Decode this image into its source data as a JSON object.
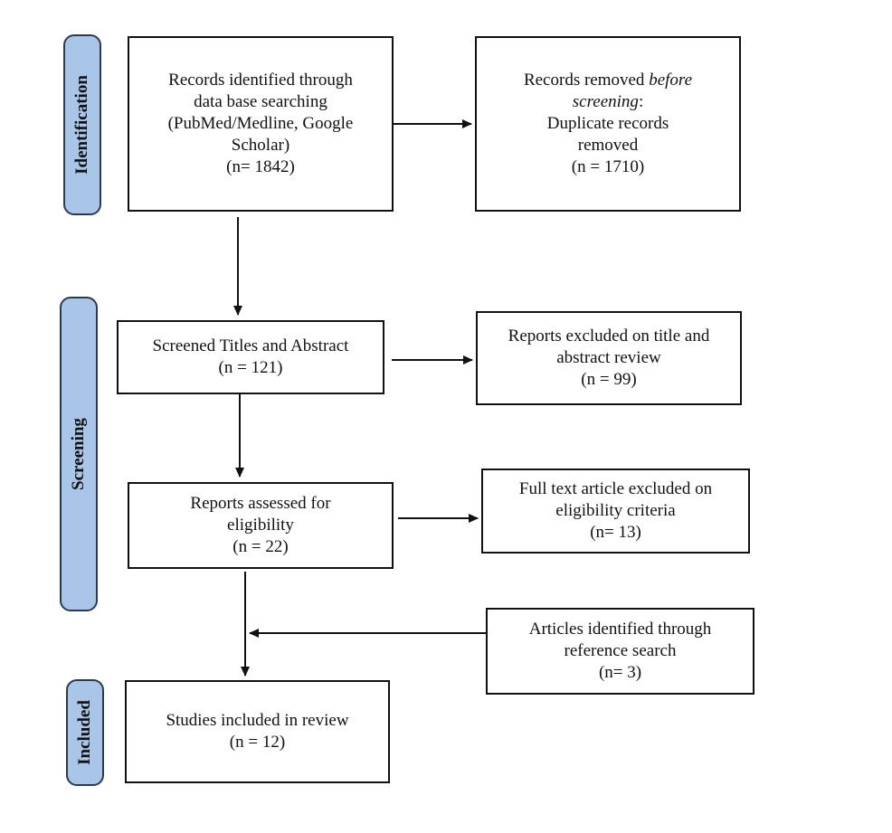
{
  "phases": {
    "identification": "Identification",
    "screening": "Screening",
    "included": "Included"
  },
  "boxes": {
    "identified": {
      "lines": [
        "Records identified through",
        "data base searching",
        "(PubMed/Medline, Google",
        "Scholar)",
        "(n= 1842)"
      ]
    },
    "removed": {
      "line1": "Records removed ",
      "line1_em": "before",
      "line2_em": "screening",
      "line2_rest": ":",
      "lines": [
        "Duplicate records",
        "removed",
        "(n = 1710)"
      ]
    },
    "screened": {
      "lines": [
        "Screened Titles and Abstract",
        "(n = 121)"
      ]
    },
    "excluded_title": {
      "lines": [
        "Reports excluded on title and",
        "abstract review",
        "(n = 99)"
      ]
    },
    "assessed": {
      "lines": [
        "Reports assessed for",
        "eligibility",
        "(n = 22)"
      ]
    },
    "excluded_fulltext": {
      "lines": [
        "Full text article excluded on",
        "eligibility criteria",
        "(n= 13)"
      ]
    },
    "reference_search": {
      "lines": [
        "Articles identified through",
        "reference search",
        "(n= 3)"
      ]
    },
    "included": {
      "lines": [
        "Studies included in review",
        "(n = 12)"
      ]
    }
  },
  "colors": {
    "phase_fill": "#a9c6e8",
    "phase_border": "#2c3a4e",
    "box_border": "#111111"
  }
}
